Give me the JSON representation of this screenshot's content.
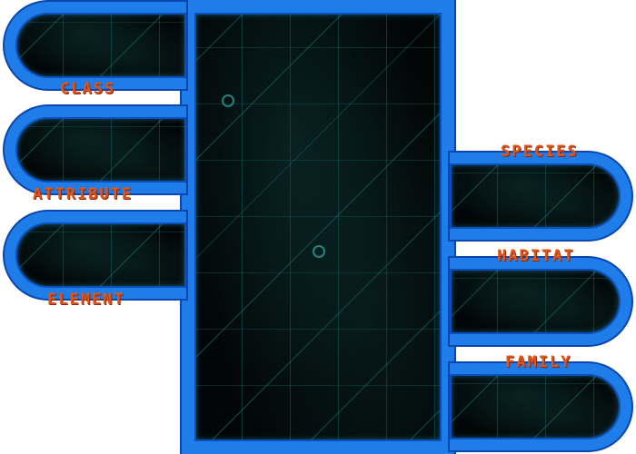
{
  "menu": {
    "left": [
      {
        "label": "CLASS"
      },
      {
        "label": "ATTRIBUTE"
      },
      {
        "label": "ELEMENT"
      }
    ],
    "right": [
      {
        "label": "SPECIES"
      },
      {
        "label": "HABITAT"
      },
      {
        "label": "FAMILY"
      }
    ]
  },
  "colors": {
    "tube": "#1e7de8",
    "label": "#e0561a",
    "panel": "#020606",
    "circuit": "#2ec8c8"
  }
}
